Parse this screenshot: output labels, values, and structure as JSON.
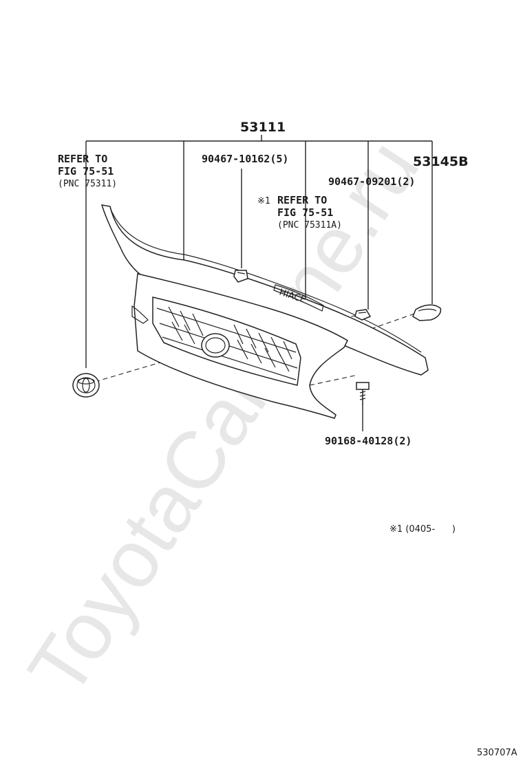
{
  "watermark": "ToyotaCarMine.ru",
  "parts": {
    "grille_assy": "53111",
    "emblem_right": "53145B",
    "clip_upper": "90467-10162(5)",
    "clip_right": "90467-09201(2)",
    "screw": "90168-40128(2)"
  },
  "refer_left": {
    "line1": "REFER TO",
    "line2": "FIG 75-51",
    "line3": "(PNC 75311)"
  },
  "refer_center": {
    "mark": "※1",
    "line1": "REFER TO",
    "line2": "FIG 75-51",
    "line3": "(PNC 75311A)"
  },
  "emblem_text": "HIACE",
  "footnote": "※1 (0405-      )",
  "diagram_code": "530707A"
}
